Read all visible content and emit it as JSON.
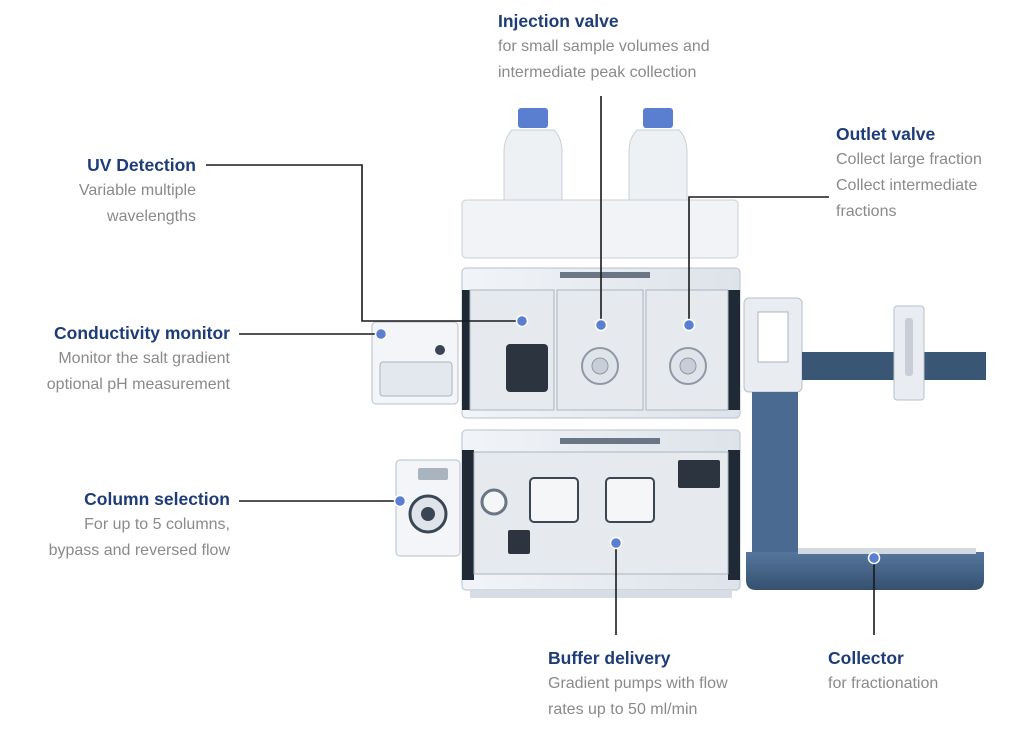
{
  "labels": {
    "injection": {
      "title": "Injection valve",
      "lines": [
        "for small sample volumes and",
        "intermediate peak collection"
      ]
    },
    "outlet": {
      "title": "Outlet valve",
      "lines": [
        "Collect large fraction",
        "Collect intermediate",
        "fractions"
      ]
    },
    "uv": {
      "title": "UV Detection",
      "lines": [
        "Variable multiple",
        "wavelengths"
      ]
    },
    "conductivity": {
      "title": "Conductivity monitor",
      "lines": [
        "Monitor the salt gradient",
        "optional pH measurement"
      ]
    },
    "column": {
      "title": "Column selection",
      "lines": [
        "For up to 5 columns,",
        "bypass and reversed flow"
      ]
    },
    "buffer": {
      "title": "Buffer delivery",
      "lines": [
        "Gradient pumps with flow",
        "rates up to 50 ml/min"
      ]
    },
    "collector": {
      "title": "Collector",
      "lines": [
        "for fractionation"
      ]
    }
  },
  "colors": {
    "title": "#1d3c78",
    "description": "#8a8a8a",
    "marker": "#5a7fd0",
    "leader": "#1a1a1a",
    "collector_body": "#3f5f86"
  }
}
